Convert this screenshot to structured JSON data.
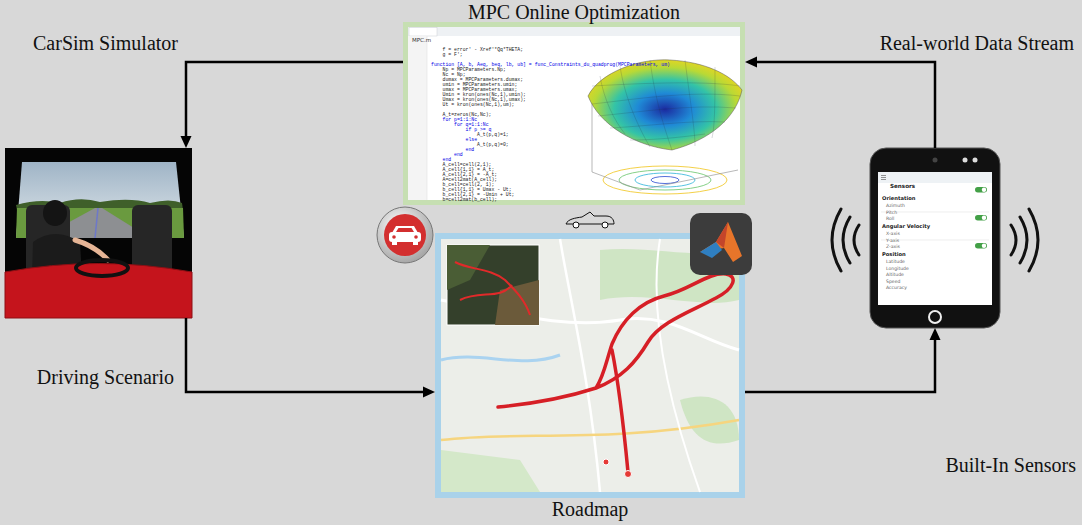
{
  "diagram": {
    "nodes": [
      {
        "text": [
          "MPC Online Optimization"
        ]
      },
      {
        "text": [
          "CarSim Simulator"
        ]
      },
      {
        "text": [
          "Roadmap"
        ]
      },
      {
        "text": [
          "Built-In Sensors"
        ]
      }
    ],
    "edges": [
      {
        "from": 0,
        "to": 1,
        "arrow": "to"
      },
      {
        "from": 1,
        "to": 2,
        "arrow": "to",
        "label": "Driving Scenario"
      },
      {
        "from": 2,
        "to": 3,
        "arrow": "to"
      },
      {
        "from": 3,
        "to": 0,
        "arrow": "to",
        "label": "Real-world Data Stream"
      }
    ],
    "labels": [
      "MPC.m",
      "f = error' - Xref'*Qq*THETA;",
      "g = F';",
      "function [A, b, Aeq, beq, lb, ub] = func_Constraints_du_quadprog(MPCParameters, um)",
      "Np = MPCParameters.Np;",
      "Nc = Np;",
      "dumax = MPCParameters.dumax;",
      "umin = MPCParameters.umin;",
      "umax = MPCParameters.umax;",
      "Umin = kron(ones(Nc,1),umin);",
      "Umax = kron(ones(Nc,1),umax);",
      "Ut = kron(ones(Nc,1),um);",
      "A_t=zeros(Nc,Nc);",
      "for p=1:1:Nc",
      "for q=1:1:Nc",
      "if p >= q",
      "A_t(p,q)=1;",
      "else",
      "A_t(p,q)=0;",
      "end",
      "end",
      "end",
      "A_cell=cell(2,1);",
      "A_cell{1,1} = A_t;",
      "A_cell{2,1} = -A_t;",
      "A=cell2mat(A_cell);",
      "b_cell=cell(2, 1);",
      "b_cell{1,1} = Umax - Ut;",
      "b_cell{2,1} = -Umin + Ut;",
      "b=cell2mat(b_cell);",
      "Sensors",
      "Orientation",
      "Azimuth",
      "Pitch",
      "Roll",
      "Angular Velocity",
      "X-axis",
      "Y-axis",
      "Z-axis",
      "Position",
      "Latitude",
      "Longitude",
      "Altitude",
      "Speed",
      "Accuracy"
    ]
  }
}
